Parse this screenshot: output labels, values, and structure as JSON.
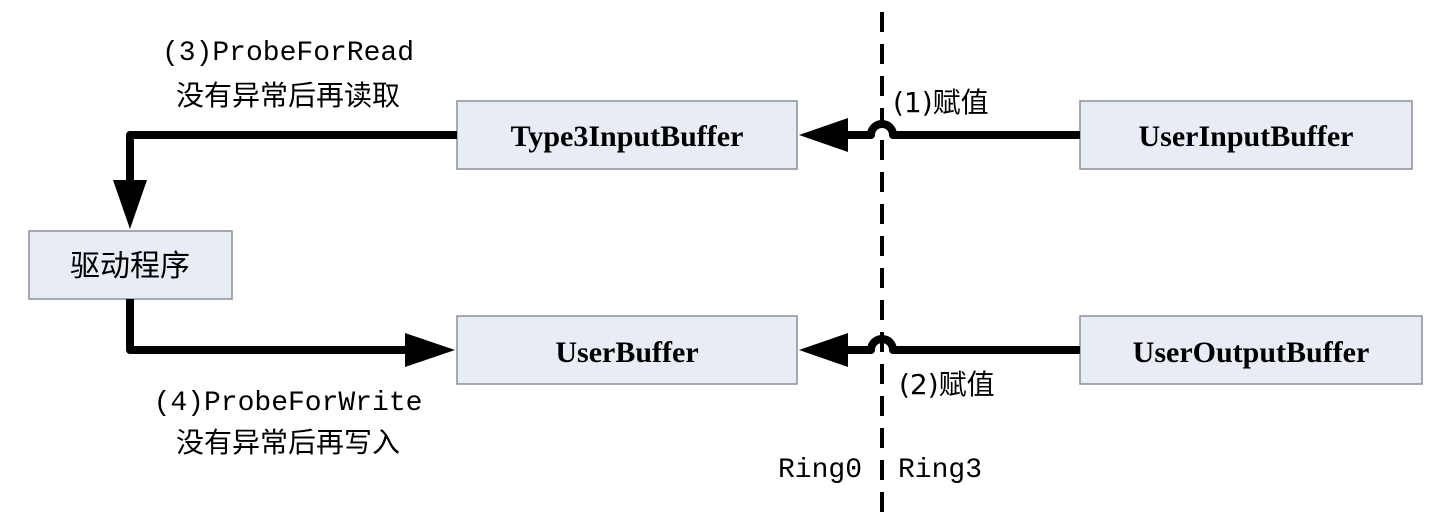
{
  "boxes": {
    "type3_input_buffer": "Type3InputBuffer",
    "user_input_buffer": "UserInputBuffer",
    "driver": "驱动程序",
    "user_buffer": "UserBuffer",
    "user_output_buffer": "UserOutputBuffer"
  },
  "steps": {
    "step3_line1": "(3)ProbeForRead",
    "step3_line2": "没有异常后再读取",
    "step4_line1": "(4)ProbeForWrite",
    "step4_line2": "没有异常后再写入",
    "step1": "(1)赋值",
    "step2": "(2)赋值"
  },
  "rings": {
    "left": "Ring0",
    "right": "Ring3"
  }
}
